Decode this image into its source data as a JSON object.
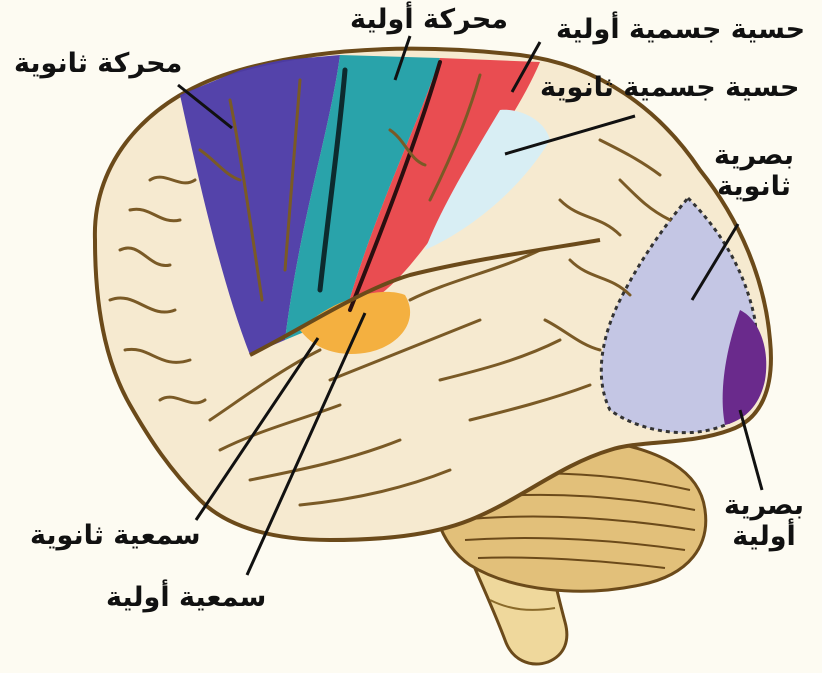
{
  "labels": {
    "secondary_motor": "محركة ثانوية",
    "primary_motor": "محركة أولية",
    "primary_somatosensory": "حسية جسمية أولية",
    "secondary_somatosensory": "حسية جسمية ثانوية",
    "secondary_visual_line1": "بصرية",
    "secondary_visual_line2": "ثانوية",
    "primary_visual_line1": "بصرية",
    "primary_visual_line2": "أولية",
    "secondary_auditory": "سمعية ثانوية",
    "primary_auditory": "سمعية أولية"
  },
  "colors": {
    "secondary_motor": "#4b3aa8",
    "primary_motor": "#1e9fa8",
    "primary_somatosensory": "#e8454a",
    "secondary_somatosensory": "#d8eef4",
    "secondary_visual": "#c4c6e4",
    "primary_visual": "#6a2a8c",
    "auditory": "#f4b040",
    "cortex": "#f6ead0",
    "sulcus": "#7a5a26"
  }
}
